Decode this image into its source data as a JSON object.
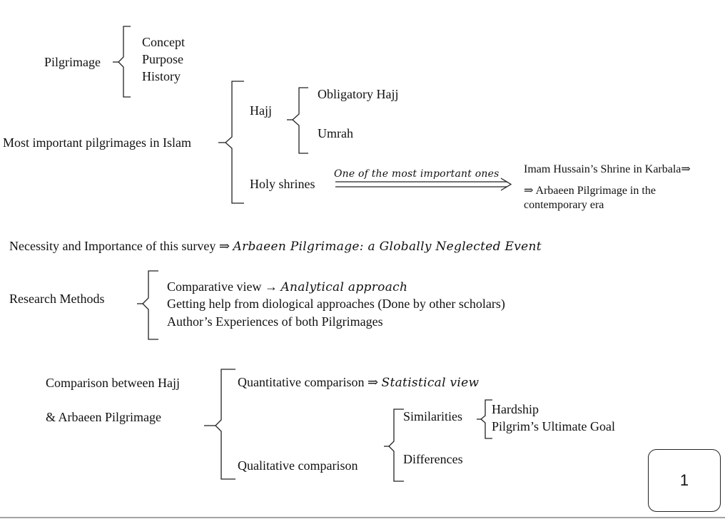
{
  "pilgrimage": {
    "label": "Pilgrimage",
    "items": [
      "Concept",
      "Purpose",
      "History"
    ]
  },
  "important": {
    "label": "Most important pilgrimages in Islam",
    "hajj": {
      "label": "Hajj",
      "items": [
        "Obligatory Hajj",
        "Umrah"
      ]
    },
    "shrines": {
      "label": "Holy shrines",
      "arrow_label": "One of the most important ones",
      "result_line1": "Imam Hussain’s Shrine in Karbala⇒",
      "result_line2": "⇒ Arbaeen Pilgrimage in the",
      "result_line3": "contemporary era"
    }
  },
  "necessity": {
    "label": "Necessity and Importance of this survey ⇒",
    "value": "Arbaeen Pilgrimage: a Globally Neglected  Event"
  },
  "methods": {
    "label": "Research Methods",
    "item1_text": "Comparative view  →",
    "item1_italic": "Analytical  approach",
    "item2": "Getting help from diological approaches (Done by other scholars)",
    "item3": "Author’s Experiences of both  Pilgrimages"
  },
  "comparison": {
    "label_line1": "Comparison   between Hajj",
    "label_line2": "& Arbaeen  Pilgrimage",
    "quantitative_text": "Quantitative comparison ⇒",
    "quantitative_italic": "Statistical view",
    "qualitative": "Qualitative comparison",
    "similarities": "Similarities",
    "differences": "Differences",
    "similarity_items": [
      "Hardship",
      "Pilgrim’s Ultimate Goal"
    ]
  },
  "page_number": "1"
}
